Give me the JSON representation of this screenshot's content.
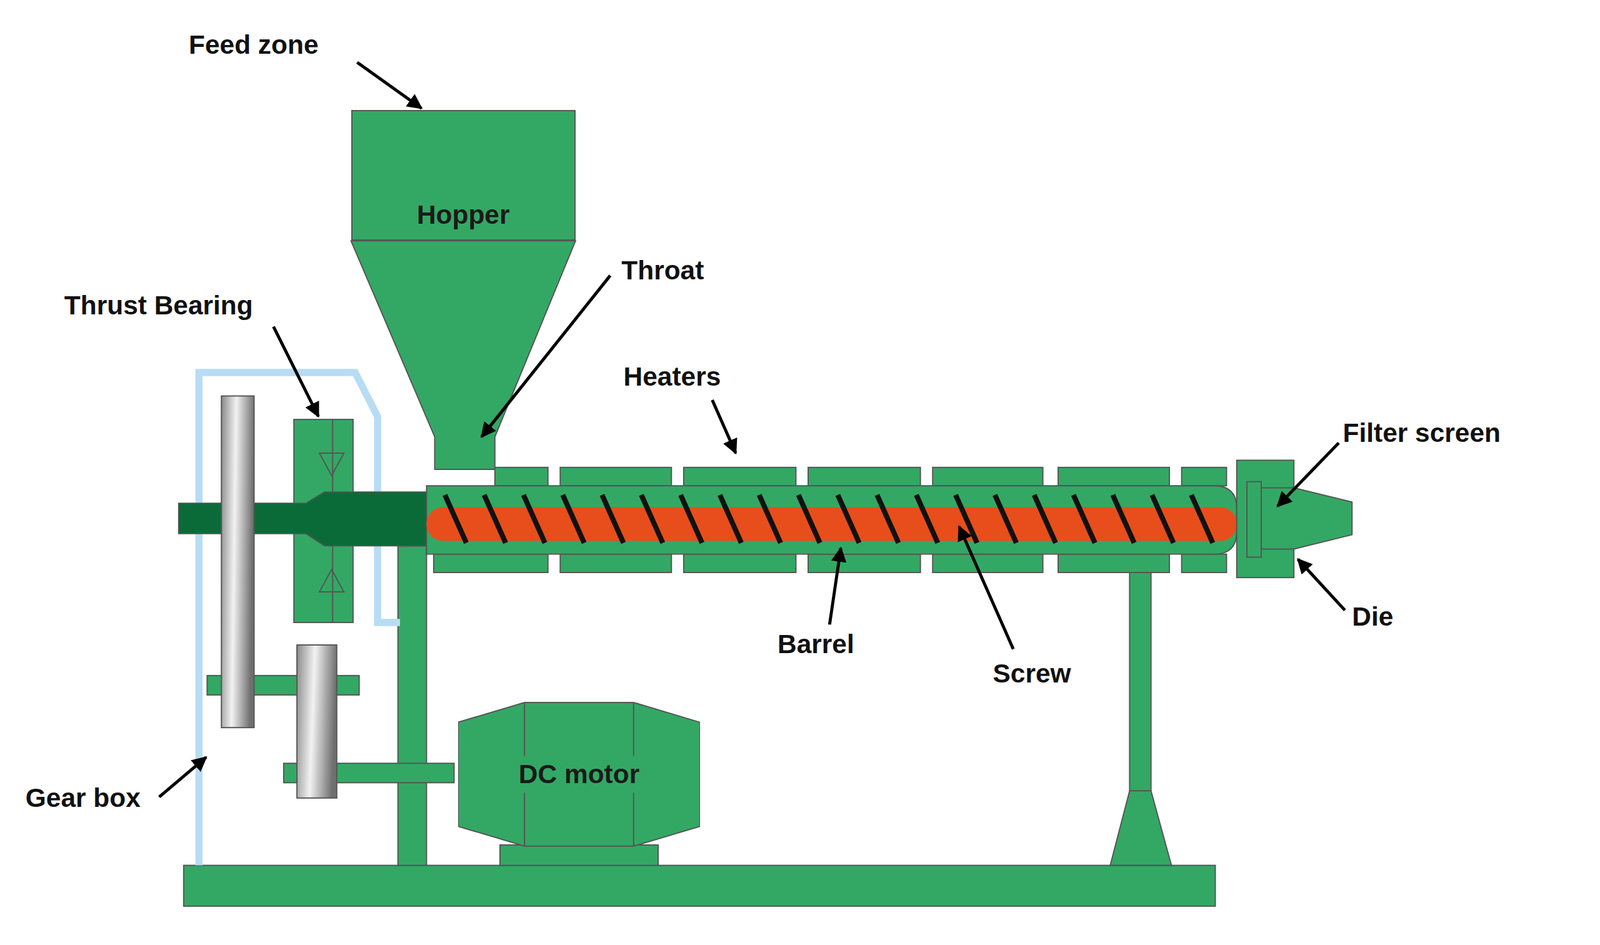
{
  "diagram": {
    "nodes": [
      {
        "text": [
          "Hopper"
        ]
      },
      {
        "text": [
          "DC motor"
        ]
      }
    ],
    "labels": [
      "Feed zone",
      "Throat",
      "Thrust Bearing",
      "Heaters",
      "Filter screen",
      "Barrel",
      "Screw",
      "Die",
      "Gear box"
    ]
  }
}
